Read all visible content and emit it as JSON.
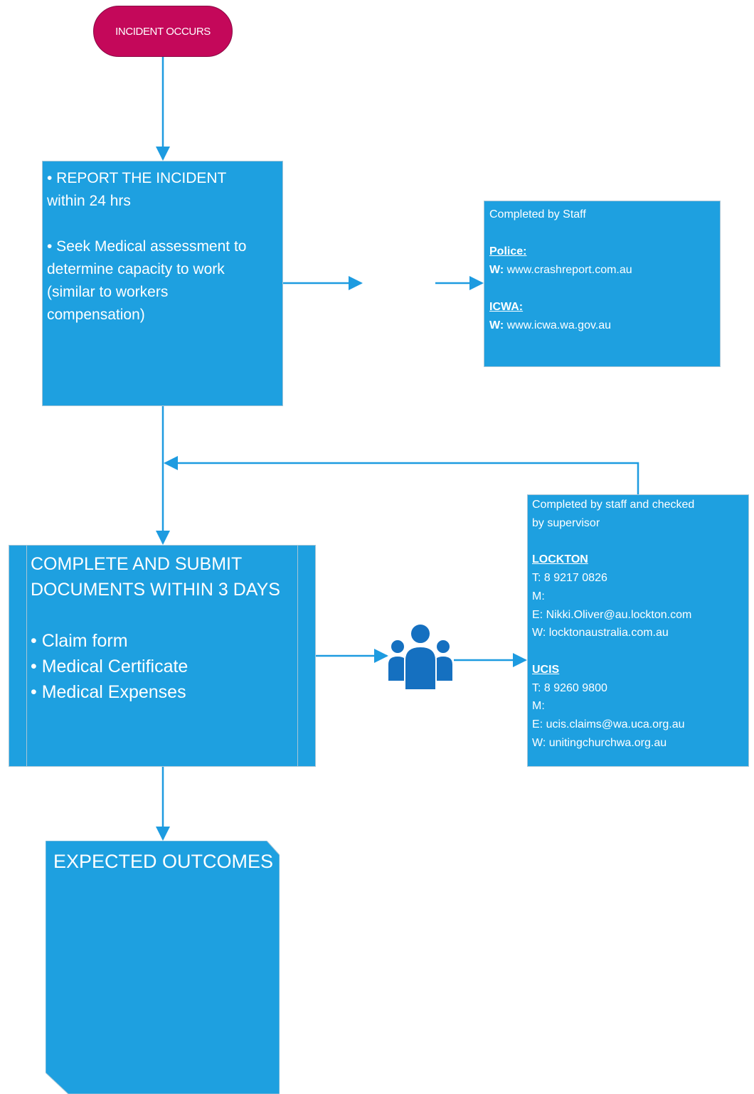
{
  "start": {
    "label": "INCIDENT OCCURS"
  },
  "report_box": {
    "lines": [
      "• REPORT THE INCIDENT",
      "within 24 hrs",
      "",
      "• Seek Medical assessment to",
      "determine capacity to work",
      "(similar to workers",
      "compensation)"
    ]
  },
  "police_box": {
    "title": "Completed by Staff",
    "police_heading": "Police:",
    "police_web_label": "W:",
    "police_web": "www.crashreport.com.au",
    "icwa_heading": "ICWA:",
    "icwa_web_label": "W:",
    "icwa_web": "www.icwa.wa.gov.au"
  },
  "documents_box": {
    "title_line1": "COMPLETE AND SUBMIT",
    "title_line2": "DOCUMENTS WITHIN 3 DAYS",
    "items": [
      "• Claim form",
      "• Medical Certificate",
      "• Medical Expenses"
    ]
  },
  "contacts_box": {
    "title_line1": "Completed by staff and checked",
    "title_line2": "by supervisor",
    "lockton": {
      "heading": "LOCKTON",
      "phone": "T: 8 9217 0826",
      "mobile": "M:",
      "email": "E: Nikki.Oliver@au.lockton.com",
      "web": "W: locktonaustralia.com.au"
    },
    "ucis": {
      "heading": "UCIS",
      "phone": "T: 8 9260  9800",
      "mobile": "M:",
      "email": "E: ucis.claims@wa.uca.org.au",
      "web": "W: unitingchurchwa.org.au"
    }
  },
  "outcome_box": {
    "label": "EXPECTED OUTCOMES"
  },
  "icons": {
    "group": "people-group-icon"
  },
  "colors": {
    "start_fill": "#c4085a",
    "box_fill": "#1ea0e0",
    "connector": "#1d9be0",
    "icon_fill": "#1570c0"
  }
}
